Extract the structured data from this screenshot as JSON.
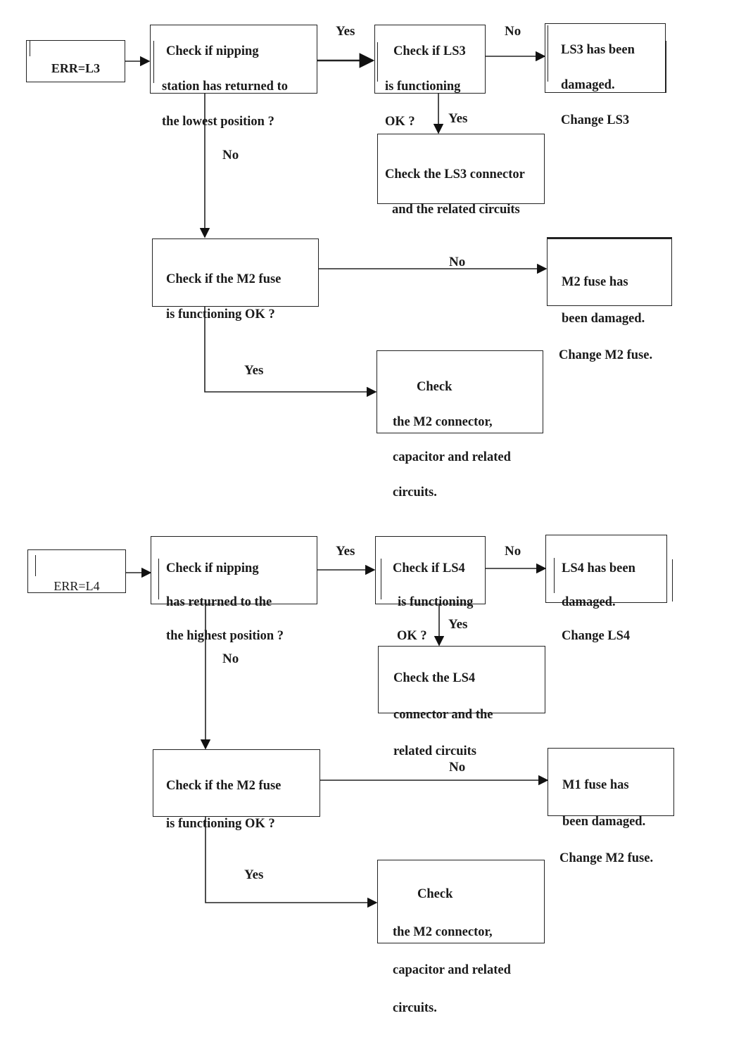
{
  "flow_l3": {
    "start": "ERR=L3",
    "q1": [
      "Check if nipping",
      "station has returned to",
      "the lowest position ?"
    ],
    "q2": [
      "Check if LS3",
      "is functioning",
      "OK ?"
    ],
    "r_ls3_damaged": [
      "LS3 has been",
      "damaged.",
      "Change LS3"
    ],
    "r_ls3_connector": [
      "Check the LS3 connector",
      "and the related circuits"
    ],
    "q3": [
      "Check if the M2 fuse",
      "is functioning OK ?"
    ],
    "r_fuse_damaged": [
      "M2 fuse has",
      "been damaged.",
      "Change M2 fuse."
    ],
    "r_m2_connector": [
      "Check",
      "the M2 connector,",
      "capacitor and related",
      "circuits."
    ],
    "labels": {
      "q1_yes": "Yes",
      "q2_no": "No",
      "q2_yes": "Yes",
      "q1_no": "No",
      "q3_no": "No",
      "q3_yes": "Yes"
    }
  },
  "flow_l4": {
    "start": "ERR=L4",
    "q1": [
      "Check if nipping",
      "has returned to the",
      "the highest position ?"
    ],
    "q2": [
      "Check if LS4",
      "is functioning",
      "OK ?"
    ],
    "r_ls4_damaged": [
      "LS4 has been",
      "damaged.",
      "Change LS4"
    ],
    "r_ls4_connector": [
      "Check the LS4",
      "connector and the",
      "related circuits"
    ],
    "q3": [
      "Check if the M2 fuse",
      "is functioning OK ?"
    ],
    "r_fuse_damaged": [
      "M1 fuse has",
      "been damaged.",
      "Change M2 fuse."
    ],
    "r_m2_connector": [
      "Check",
      "the M2 connector,",
      "capacitor and related",
      "circuits."
    ],
    "labels": {
      "q1_yes": "Yes",
      "q2_no": "No",
      "q2_yes": "Yes",
      "q1_no": "No",
      "q3_no": "No",
      "q3_yes": "Yes"
    }
  }
}
